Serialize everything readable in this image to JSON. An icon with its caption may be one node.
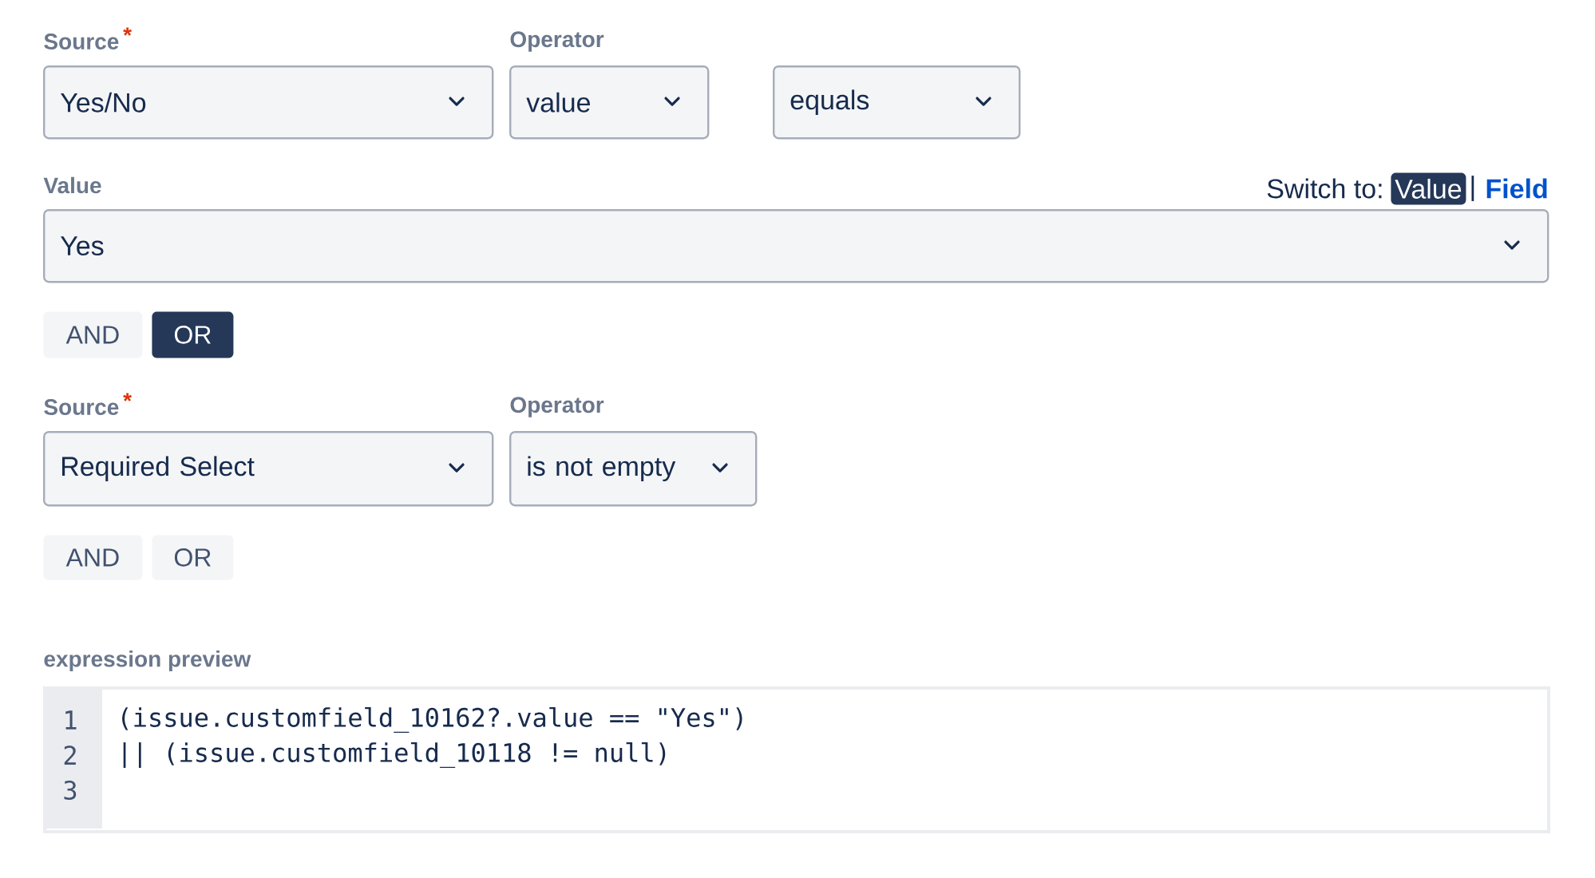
{
  "diagram": {
    "nodes": [
      {
        "text": [
          "Yes/No"
        ]
      },
      {
        "text": [
          "value"
        ]
      },
      {
        "text": [
          "equals"
        ]
      },
      {
        "text": [
          "Value"
        ]
      },
      {
        "text": [
          "Yes"
        ]
      },
      {
        "text": [
          "AND"
        ]
      },
      {
        "text": [
          "OR"
        ]
      },
      {
        "text": [
          "Required Select"
        ]
      },
      {
        "text": [
          "is not empty"
        ]
      },
      {
        "text": [
          "AND"
        ]
      },
      {
        "text": [
          "OR"
        ]
      },
      {
        "text": [
          "1",
          "2",
          "3",
          "(issue.customfield_10162?.value == \"Yes\")",
          "|| (issue.customfield_10118 != null)"
        ]
      }
    ],
    "labels": [
      "Source",
      "*",
      "Operator",
      "Value",
      "Switch to:",
      "|",
      "Field",
      "Source",
      "*",
      "Operator",
      "expression preview"
    ]
  }
}
